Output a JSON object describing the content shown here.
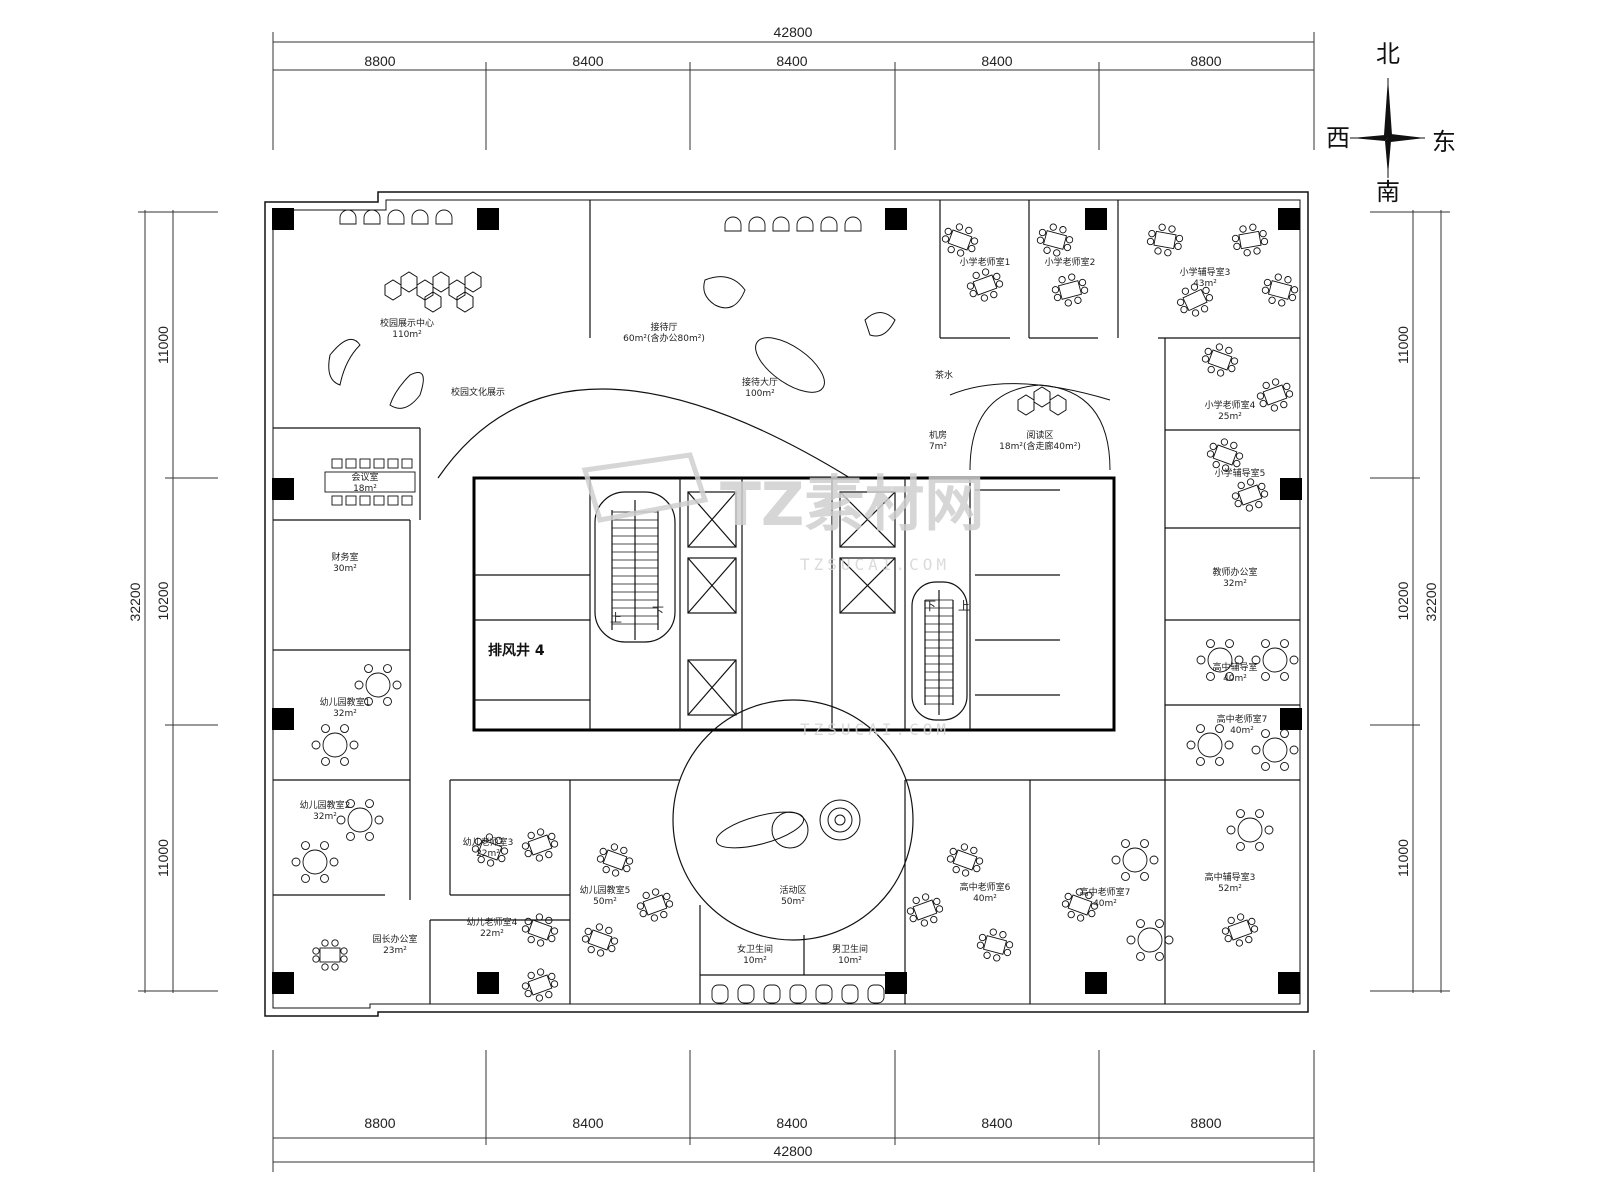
{
  "dimensions": {
    "top_total": "42800",
    "top_segments": [
      "8800",
      "8400",
      "8400",
      "8400",
      "8800"
    ],
    "bottom_segments": [
      "8800",
      "8400",
      "8400",
      "8400",
      "8800"
    ],
    "bottom_total": "42800",
    "left_total": "32200",
    "left_segments": [
      "11000",
      "10200",
      "11000"
    ],
    "right_total": "32200",
    "right_segments": [
      "11000",
      "10200",
      "11000"
    ]
  },
  "compass": {
    "north": "北",
    "south": "南",
    "west": "西",
    "east": "东"
  },
  "labels": {
    "shaft": "排风井 4",
    "stair_up": "上",
    "stair_down": "下"
  },
  "watermark": {
    "text": "TZ素材网",
    "sub": "TZSUCAI.COM",
    "sub2": "TZSUCAI.COM"
  },
  "rooms": [
    {
      "id": "r1",
      "name": "校园展示中心",
      "area": "110m²"
    },
    {
      "id": "r2",
      "name": "接待厅",
      "area": "60m²(含办公80m²)"
    },
    {
      "id": "r3",
      "name": "校园文化展示",
      "area": ""
    },
    {
      "id": "r4",
      "name": "接待大厅",
      "area": "100m²"
    },
    {
      "id": "r5",
      "name": "会议室",
      "area": "18m²"
    },
    {
      "id": "r6",
      "name": "财务室",
      "area": "30m²"
    },
    {
      "id": "r7",
      "name": "阅读区",
      "area": "18m²(含走廊40m²)"
    },
    {
      "id": "r8",
      "name": "机房",
      "area": "7m²"
    },
    {
      "id": "r9",
      "name": "小学老师室1",
      "area": ""
    },
    {
      "id": "r10",
      "name": "小学老师室2",
      "area": ""
    },
    {
      "id": "r11",
      "name": "小学辅导室3",
      "area": "43m²"
    },
    {
      "id": "r12",
      "name": "小学老师室4",
      "area": "25m²"
    },
    {
      "id": "r13",
      "name": "小学辅导室5",
      "area": ""
    },
    {
      "id": "r14",
      "name": "教师办公室",
      "area": "32m²"
    },
    {
      "id": "r15",
      "name": "高中辅导室",
      "area": "40m²"
    },
    {
      "id": "r16",
      "name": "高中老师室7",
      "area": "40m²"
    },
    {
      "id": "r17",
      "name": "幼儿园教室1",
      "area": "32m²"
    },
    {
      "id": "r18",
      "name": "幼儿园教室2",
      "area": "32m²"
    },
    {
      "id": "r19",
      "name": "幼儿老师室3",
      "area": "22m²"
    },
    {
      "id": "r20",
      "name": "幼儿园教室5",
      "area": "50m²"
    },
    {
      "id": "r21",
      "name": "幼儿老师室4",
      "area": "22m²"
    },
    {
      "id": "r22",
      "name": "园长办公室",
      "area": "23m²"
    },
    {
      "id": "r23",
      "name": "活动区",
      "area": "50m²"
    },
    {
      "id": "r24",
      "name": "女卫生间",
      "area": "10m²"
    },
    {
      "id": "r25",
      "name": "男卫生间",
      "area": "10m²"
    },
    {
      "id": "r26",
      "name": "高中老师室6",
      "area": "40m²"
    },
    {
      "id": "r27",
      "name": "高中老师室7",
      "area": "40m²"
    },
    {
      "id": "r28",
      "name": "高中辅导室3",
      "area": "52m²"
    },
    {
      "id": "r29",
      "name": "茶水",
      "area": ""
    }
  ],
  "colors": {
    "ink": "#111111",
    "wall": "#000000",
    "column": "#000000",
    "watermark": "#cfcfcf"
  }
}
